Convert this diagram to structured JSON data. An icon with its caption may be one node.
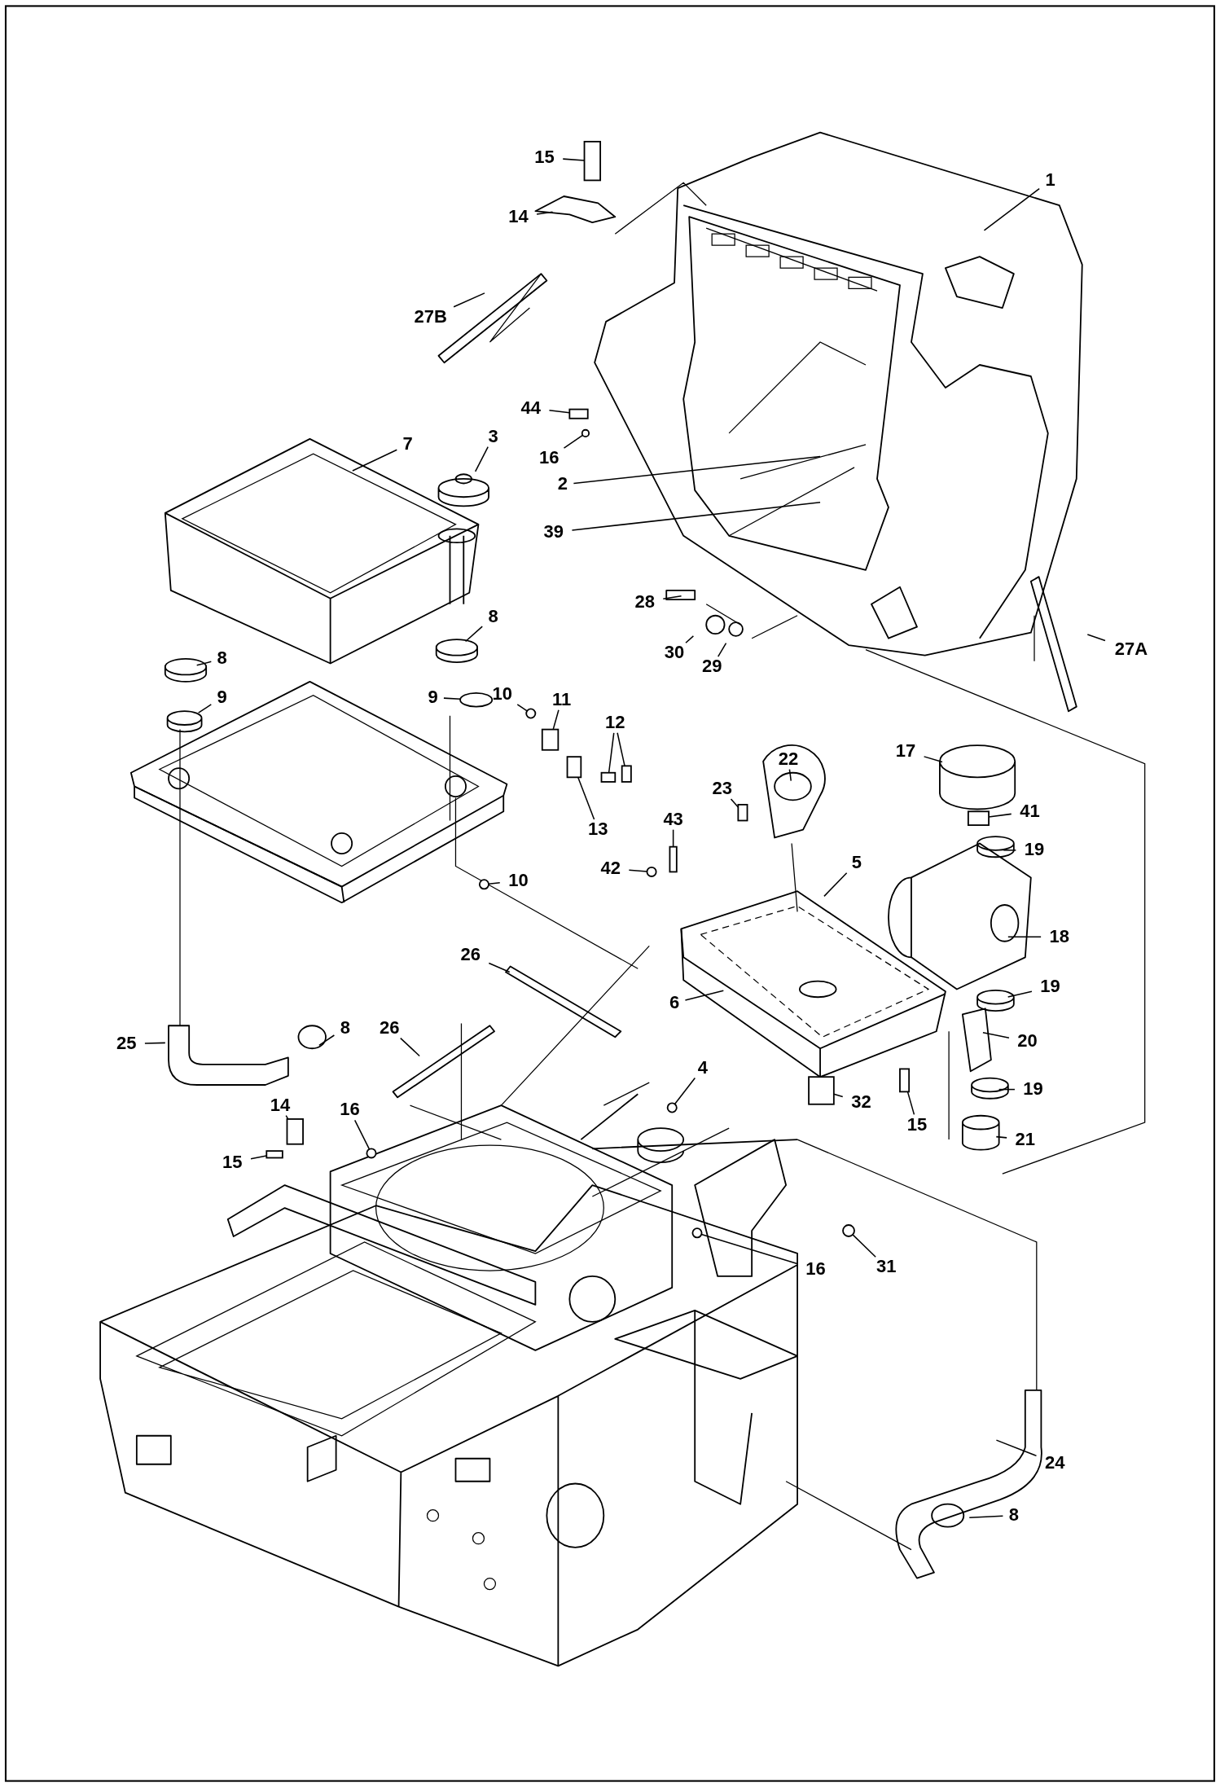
{
  "diagram": {
    "nodes": [
      {
        "text": [
          "15"
        ]
      },
      {
        "text": [
          "1"
        ]
      },
      {
        "text": [
          "14"
        ]
      },
      {
        "text": [
          "27B"
        ]
      },
      {
        "text": [
          "44"
        ]
      },
      {
        "text": [
          "3"
        ]
      },
      {
        "text": [
          "7"
        ]
      },
      {
        "text": [
          "16"
        ]
      },
      {
        "text": [
          "2"
        ]
      },
      {
        "text": [
          "39"
        ]
      },
      {
        "text": [
          "28"
        ]
      },
      {
        "text": [
          "8"
        ]
      },
      {
        "text": [
          "27A"
        ]
      },
      {
        "text": [
          "30"
        ]
      },
      {
        "text": [
          "8"
        ]
      },
      {
        "text": [
          "29"
        ]
      },
      {
        "text": [
          "10"
        ]
      },
      {
        "text": [
          "9"
        ]
      },
      {
        "text": [
          "9"
        ]
      },
      {
        "text": [
          "11"
        ]
      },
      {
        "text": [
          "12"
        ]
      },
      {
        "text": [
          "17"
        ]
      },
      {
        "text": [
          "22"
        ]
      },
      {
        "text": [
          "23"
        ]
      },
      {
        "text": [
          "41"
        ]
      },
      {
        "text": [
          "43"
        ]
      },
      {
        "text": [
          "13"
        ]
      },
      {
        "text": [
          "19"
        ]
      },
      {
        "text": [
          "5"
        ]
      },
      {
        "text": [
          "42"
        ]
      },
      {
        "text": [
          "10"
        ]
      },
      {
        "text": [
          "18"
        ]
      },
      {
        "text": [
          "26"
        ]
      },
      {
        "text": [
          "19"
        ]
      },
      {
        "text": [
          "6"
        ]
      },
      {
        "text": [
          "26"
        ]
      },
      {
        "text": [
          "8"
        ]
      },
      {
        "text": [
          "20"
        ]
      },
      {
        "text": [
          "25"
        ]
      },
      {
        "text": [
          "4"
        ]
      },
      {
        "text": [
          "19"
        ]
      },
      {
        "text": [
          "32"
        ]
      },
      {
        "text": [
          "14"
        ]
      },
      {
        "text": [
          "16"
        ]
      },
      {
        "text": [
          "15"
        ]
      },
      {
        "text": [
          "21"
        ]
      },
      {
        "text": [
          "15"
        ]
      },
      {
        "text": [
          "16"
        ]
      },
      {
        "text": [
          "31"
        ]
      },
      {
        "text": [
          "24"
        ]
      },
      {
        "text": [
          "8"
        ]
      },
      {
        "text": [],
        "shape": "box"
      },
      {
        "text": [],
        "shape": "box"
      },
      {
        "text": [],
        "shape": "circle"
      },
      {
        "text": [],
        "shape": "circle"
      },
      {
        "text": [],
        "shape": "box"
      },
      {
        "text": [],
        "shape": "box"
      },
      {
        "text": [],
        "shape": "box"
      },
      {
        "text": [],
        "shape": "box"
      },
      {
        "text": [],
        "shape": "box"
      },
      {
        "text": [],
        "shape": "box"
      },
      {
        "text": [],
        "shape": "box"
      },
      {
        "text": [],
        "shape": "circle"
      },
      {
        "text": [],
        "shape": "circle"
      },
      {
        "text": [],
        "shape": "circle"
      },
      {
        "text": [],
        "shape": "box"
      },
      {
        "text": [],
        "shape": "circle"
      },
      {
        "text": [],
        "shape": "box"
      },
      {
        "text": [],
        "shape": "box"
      },
      {
        "text": [],
        "shape": "circle"
      },
      {
        "text": [],
        "shape": "circle"
      },
      {
        "text": [],
        "shape": "box"
      },
      {
        "text": [],
        "shape": "circle"
      }
    ],
    "edges": [
      {
        "from": 0,
        "to": 51,
        "arrow": "none"
      },
      {
        "from": 1,
        "to": null,
        "arrow": "none"
      },
      {
        "from": 2,
        "to": null,
        "arrow": "none"
      },
      {
        "from": 3,
        "to": null,
        "arrow": "none"
      },
      {
        "from": 4,
        "to": 52,
        "arrow": "none"
      },
      {
        "from": 5,
        "to": null,
        "arrow": "none"
      },
      {
        "from": 6,
        "to": null,
        "arrow": "none"
      },
      {
        "from": 7,
        "to": 53,
        "arrow": "none"
      },
      {
        "from": 8,
        "to": null,
        "arrow": "none"
      },
      {
        "from": 9,
        "to": null,
        "arrow": "none"
      },
      {
        "from": 10,
        "to": null,
        "arrow": "none"
      },
      {
        "from": 11,
        "to": null,
        "arrow": "none"
      },
      {
        "from": 12,
        "to": null,
        "arrow": "none"
      },
      {
        "from": 13,
        "to": null,
        "arrow": "none"
      },
      {
        "from": 14,
        "to": null,
        "arrow": "none"
      },
      {
        "from": 15,
        "to": null,
        "arrow": "none"
      },
      {
        "from": 16,
        "to": 54,
        "arrow": "none"
      },
      {
        "from": 17,
        "to": null,
        "arrow": "none"
      },
      {
        "from": 18,
        "to": 72,
        "arrow": "none"
      },
      {
        "from": 19,
        "to": 55,
        "arrow": "none"
      },
      {
        "from": 20,
        "to": 56,
        "arrow": "none"
      },
      {
        "from": 20,
        "to": 57,
        "arrow": "none"
      },
      {
        "from": 21,
        "to": null,
        "arrow": "none"
      },
      {
        "from": 22,
        "to": null,
        "arrow": "none"
      },
      {
        "from": 23,
        "to": 58,
        "arrow": "none"
      },
      {
        "from": 24,
        "to": 59,
        "arrow": "none"
      },
      {
        "from": 25,
        "to": 60,
        "arrow": "none"
      },
      {
        "from": 26,
        "to": 61,
        "arrow": "none"
      },
      {
        "from": 27,
        "to": null,
        "arrow": "none"
      },
      {
        "from": 28,
        "to": null,
        "arrow": "none"
      },
      {
        "from": 29,
        "to": 62,
        "arrow": "none"
      },
      {
        "from": 30,
        "to": 63,
        "arrow": "none"
      },
      {
        "from": 31,
        "to": null,
        "arrow": "none"
      },
      {
        "from": 32,
        "to": null,
        "arrow": "none"
      },
      {
        "from": 33,
        "to": null,
        "arrow": "none"
      },
      {
        "from": 34,
        "to": null,
        "arrow": "none"
      },
      {
        "from": 35,
        "to": null,
        "arrow": "none"
      },
      {
        "from": 36,
        "to": null,
        "arrow": "none"
      },
      {
        "from": 37,
        "to": null,
        "arrow": "none"
      },
      {
        "from": 38,
        "to": null,
        "arrow": "none"
      },
      {
        "from": 39,
        "to": 64,
        "arrow": "none"
      },
      {
        "from": 40,
        "to": null,
        "arrow": "none"
      },
      {
        "from": 41,
        "to": 71,
        "arrow": "none"
      },
      {
        "from": 42,
        "to": 65,
        "arrow": "none"
      },
      {
        "from": 43,
        "to": 66,
        "arrow": "none"
      },
      {
        "from": 44,
        "to": 67,
        "arrow": "none"
      },
      {
        "from": 45,
        "to": null,
        "arrow": "none"
      },
      {
        "from": 46,
        "to": 68,
        "arrow": "none"
      },
      {
        "from": 47,
        "to": 69,
        "arrow": "none"
      },
      {
        "from": 48,
        "to": 70,
        "arrow": "none"
      },
      {
        "from": 49,
        "to": null,
        "arrow": "none"
      },
      {
        "from": 50,
        "to": null,
        "arrow": "none"
      }
    ]
  }
}
